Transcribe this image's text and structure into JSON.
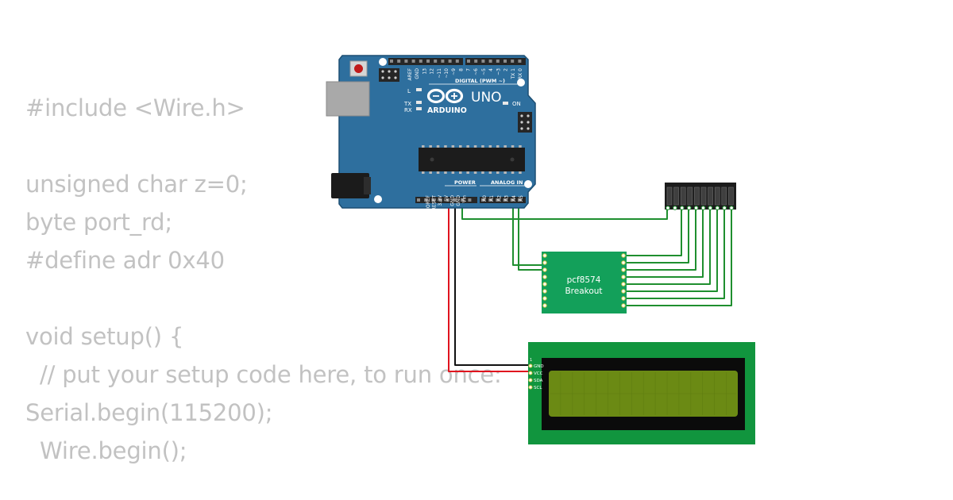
{
  "code_lines": [
    "#include <Wire.h>",
    "",
    "unsigned char z=0;",
    "byte port_rd;",
    "#define adr 0x40",
    "",
    "void setup() {",
    "  // put your setup code here, to run once:",
    "Serial.begin(115200);",
    "  Wire.begin();"
  ],
  "arduino": {
    "logo_text": "ARDUINO",
    "model": "UNO",
    "digital_header": "DIGITAL (PWM ~)",
    "power_label": "POWER",
    "analog_label": "ANALOG IN",
    "on_label": "ON",
    "led_l": "L",
    "led_tx": "TX",
    "led_rx": "RX",
    "top_pin_labels": [
      "AREF",
      "GND",
      "13",
      "12",
      "~11",
      "~10",
      "~9",
      "8",
      "7",
      "~6",
      "~5",
      "4",
      "~3",
      "2",
      "TX 1",
      "RX 0"
    ],
    "power_pin_labels": [
      "IOREF",
      "RESET",
      "3.3V",
      "5V",
      "GND",
      "GND",
      "Vin"
    ],
    "analog_pin_labels": [
      "A0",
      "A1",
      "A2",
      "A3",
      "A4",
      "A5"
    ]
  },
  "pcf8574": {
    "line1": "pcf8574",
    "line2": "Breakout"
  },
  "lcd": {
    "pin_number": "1",
    "pin_labels": [
      "GND",
      "VCC",
      "SDA",
      "SCL"
    ]
  },
  "colors": {
    "code_text": "#c2c2c2",
    "board_blue": "#2e6f9e",
    "pcb_green": "#13a05a",
    "wire_green": "#1f8f2f",
    "wire_red": "#e0141e",
    "wire_black": "#111111",
    "lcd_screen": "#6b8a14"
  }
}
